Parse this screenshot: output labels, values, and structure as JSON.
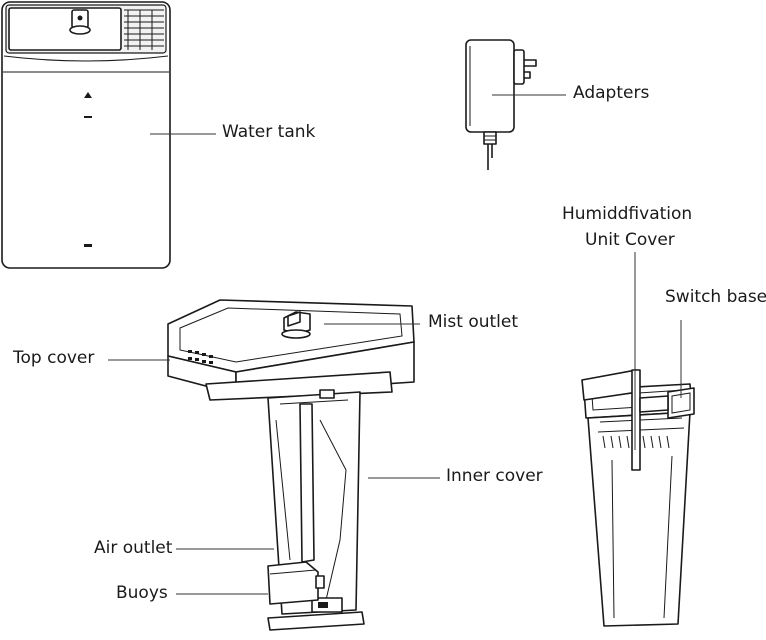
{
  "labels": {
    "water_tank": "Water tank",
    "adapters": "Adapters",
    "humid_cover_line1": "Humiddfivation",
    "humid_cover_line2": "Unit Cover",
    "switch_base": "Switch base",
    "mist_outlet": "Mist outlet",
    "top_cover": "Top cover",
    "inner_cover": "Inner cover",
    "air_outlet": "Air outlet",
    "buoys": "Buoys"
  }
}
